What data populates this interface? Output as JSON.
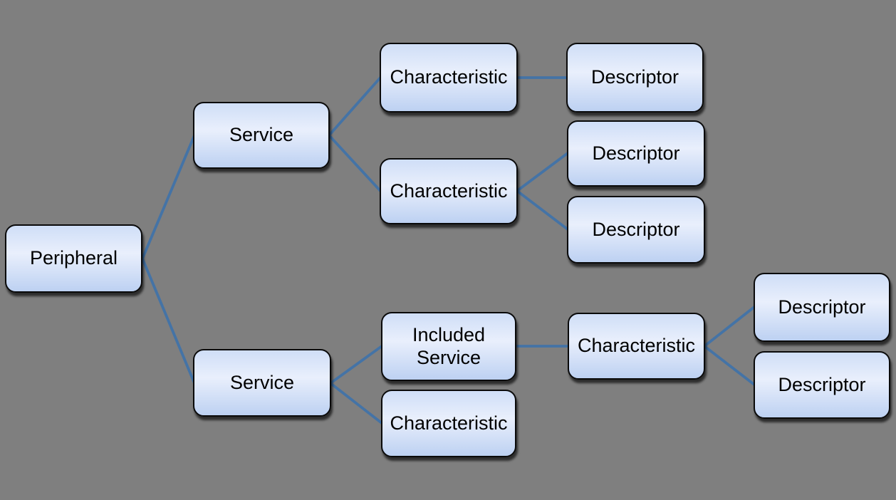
{
  "colors": {
    "background": "#7f7f7f",
    "connector": "#4473a6",
    "node_border": "#0a0a0a",
    "node_text": "#000000",
    "node_fill_top": "#cfdef7",
    "node_fill_mid": "#e9effc",
    "node_fill_bottom": "#bdd1f2"
  },
  "nodes": {
    "peripheral": "Peripheral",
    "service_top": "Service",
    "characteristic_1": "Characteristic",
    "descriptor_1": "Descriptor",
    "characteristic_2": "Characteristic",
    "descriptor_2": "Descriptor",
    "descriptor_3": "Descriptor",
    "service_bottom": "Service",
    "included_service": "Included Service",
    "characteristic_3": "Characteristic",
    "characteristic_4": "Characteristic",
    "descriptor_4": "Descriptor",
    "descriptor_5": "Descriptor"
  }
}
